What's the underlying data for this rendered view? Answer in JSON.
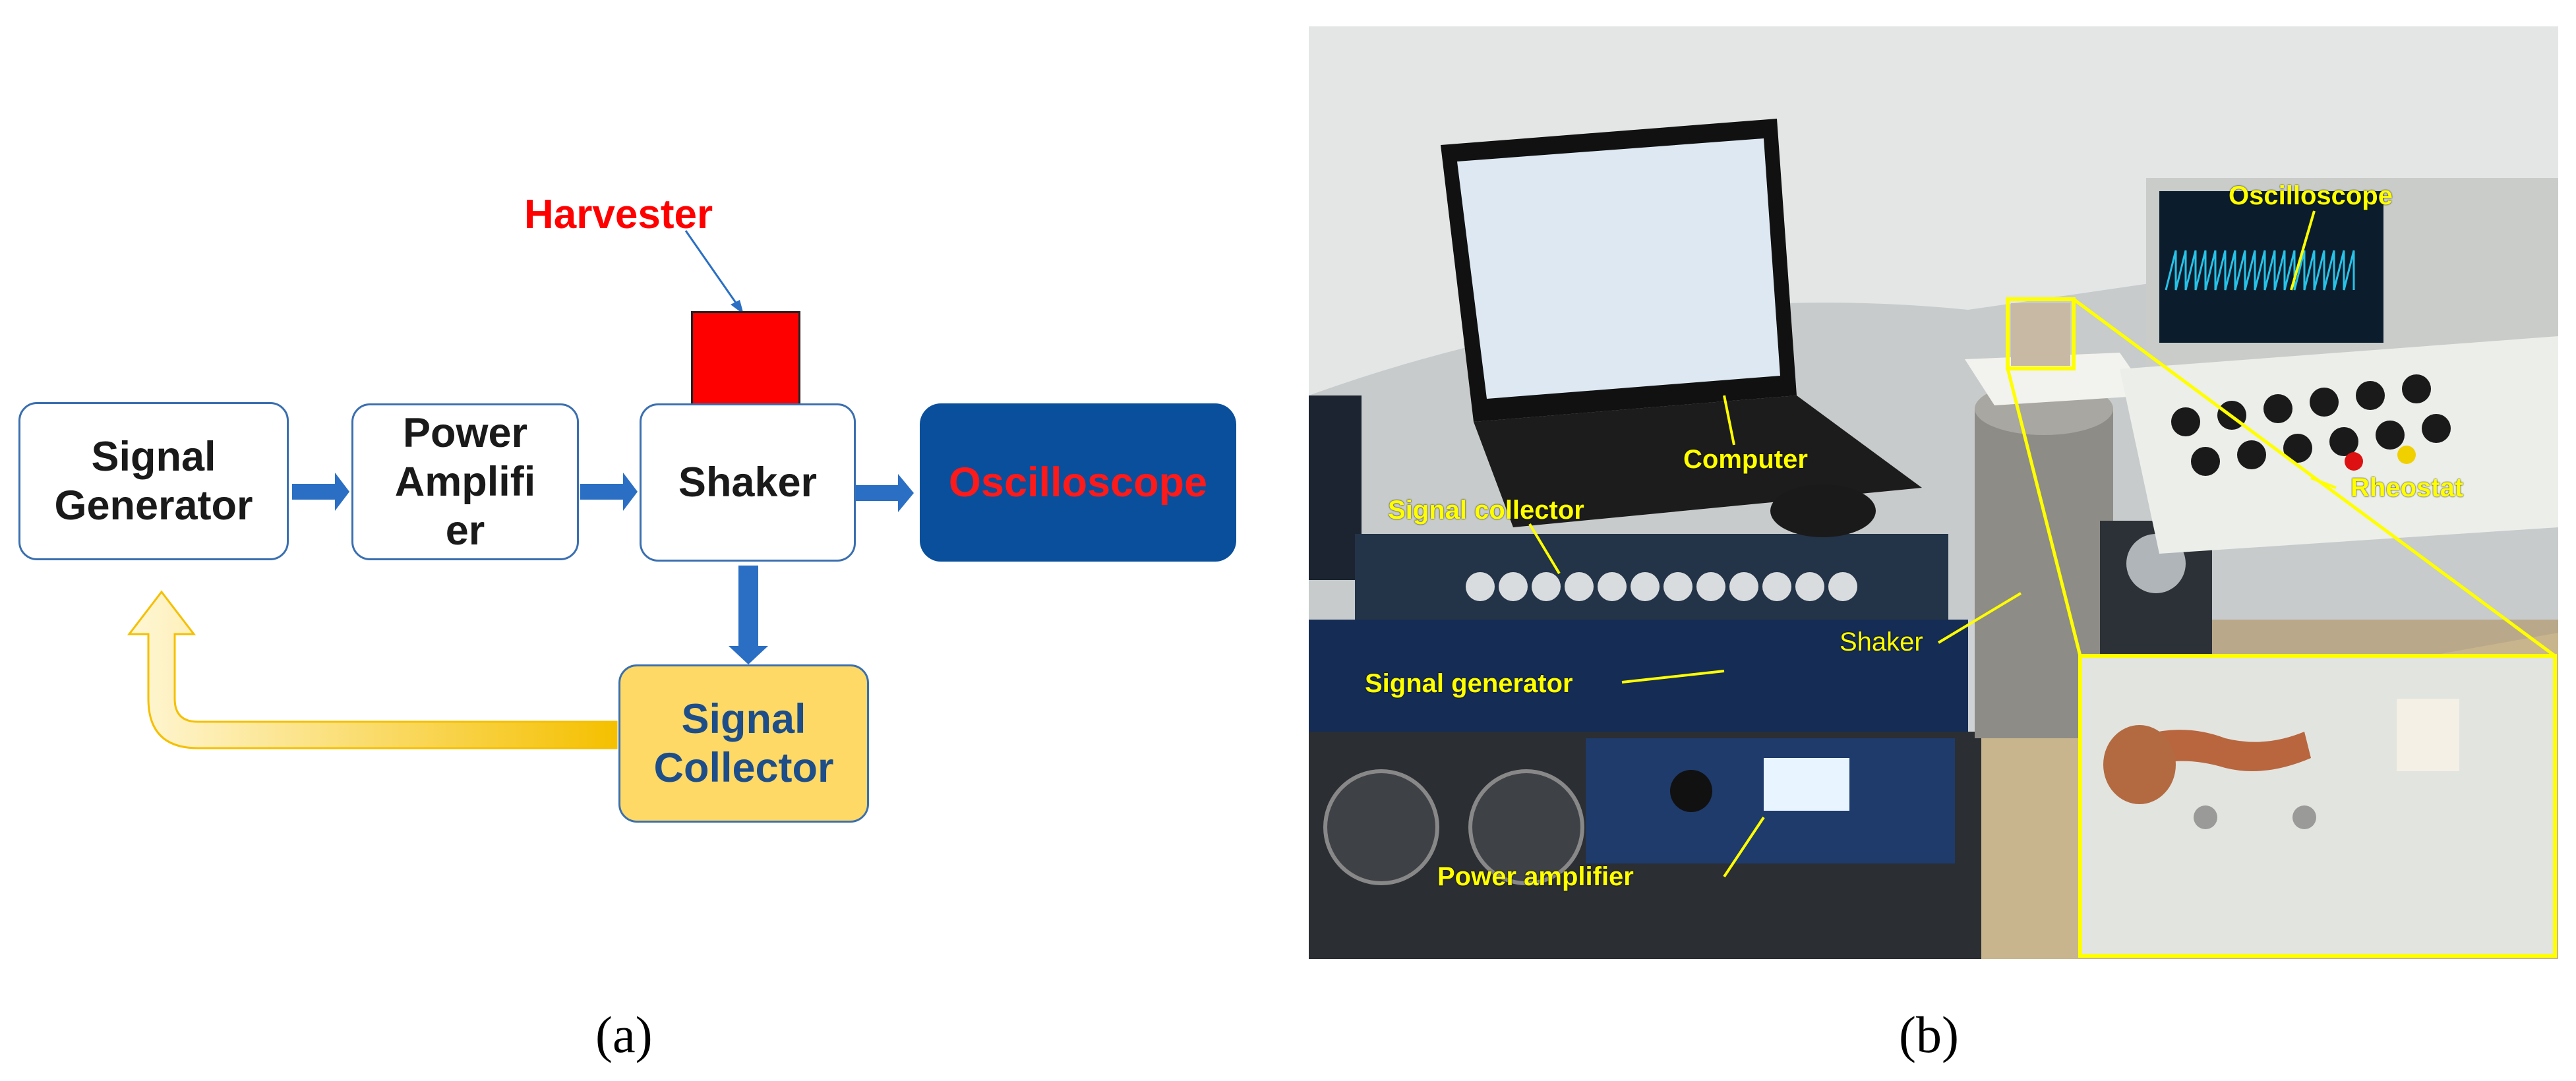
{
  "panel_a": {
    "signal_generator": "Signal\nGenerator",
    "power_amplifier": "Power\nAmplifi\ner",
    "shaker": "Shaker",
    "oscilloscope": "Oscilloscope",
    "signal_collector": "Signal\nCollector",
    "harvester": "Harvester",
    "caption": "(a)"
  },
  "panel_b": {
    "labels": {
      "oscilloscope": "Oscilloscope",
      "computer": "Computer",
      "signal_collector": "Signal collector",
      "rheostat": "Rheostat",
      "shaker": "Shaker",
      "signal_generator": "Signal generator",
      "power_amplifier": "Power amplifier"
    },
    "caption": "(b)"
  },
  "colors": {
    "box_border": "#3a6fb0",
    "arrow_blue": "#2a6fc4",
    "oscilloscope_fill": "#0a4f9c",
    "oscilloscope_text": "#ff1a1a",
    "collector_fill": "#fed965",
    "harvester": "#ff0000",
    "photo_label": "#ffff00"
  }
}
